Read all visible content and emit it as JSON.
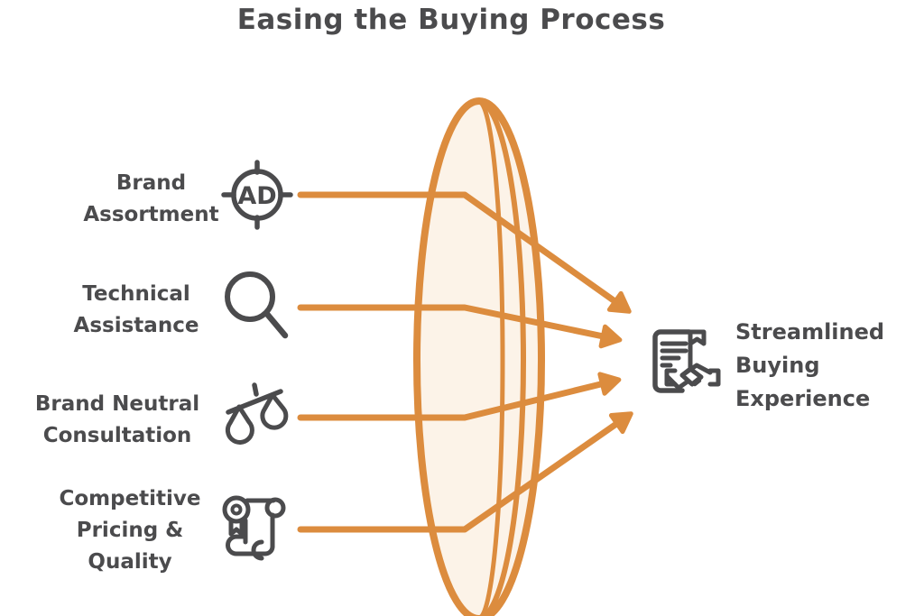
{
  "title": "Easing the Buying Process",
  "colors": {
    "orange": "#DC8C3E",
    "lens_fill": "#FCF3E8",
    "ink": "#4B4B4D",
    "background": "#FFFFFF"
  },
  "inputs": [
    {
      "label": "Brand\nAssortment",
      "icon": "ad-target-icon",
      "icon_text": "AD"
    },
    {
      "label": "Technical\nAssistance",
      "icon": "magnifier-icon"
    },
    {
      "label": "Brand Neutral\nConsultation",
      "icon": "scales-icon"
    },
    {
      "label": "Competitive\nPricing &\nQuality",
      "icon": "certificate-scroll-icon"
    }
  ],
  "output": {
    "label": "Streamlined\nBuying\nExperience",
    "icon": "contract-handshake-icon"
  }
}
